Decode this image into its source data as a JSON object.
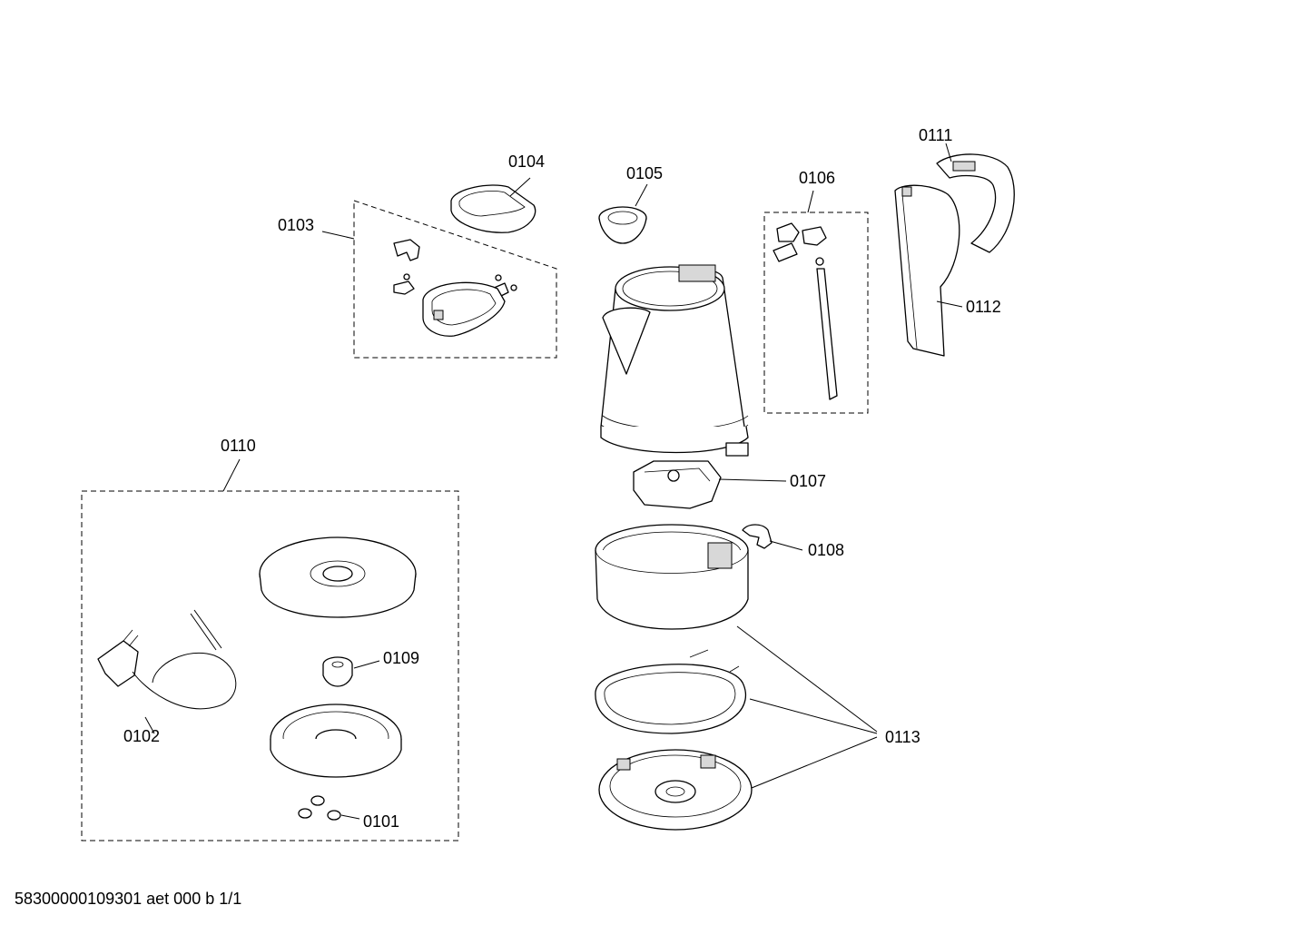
{
  "diagram": {
    "labels": {
      "p0101": "0101",
      "p0102": "0102",
      "p0103": "0103",
      "p0104": "0104",
      "p0105": "0105",
      "p0106": "0106",
      "p0107": "0107",
      "p0108": "0108",
      "p0109": "0109",
      "p0110": "0110",
      "p0111": "0111",
      "p0112": "0112",
      "p0113": "0113"
    }
  },
  "footer": {
    "code": "58300000109301 aet 000 b 1/1"
  }
}
